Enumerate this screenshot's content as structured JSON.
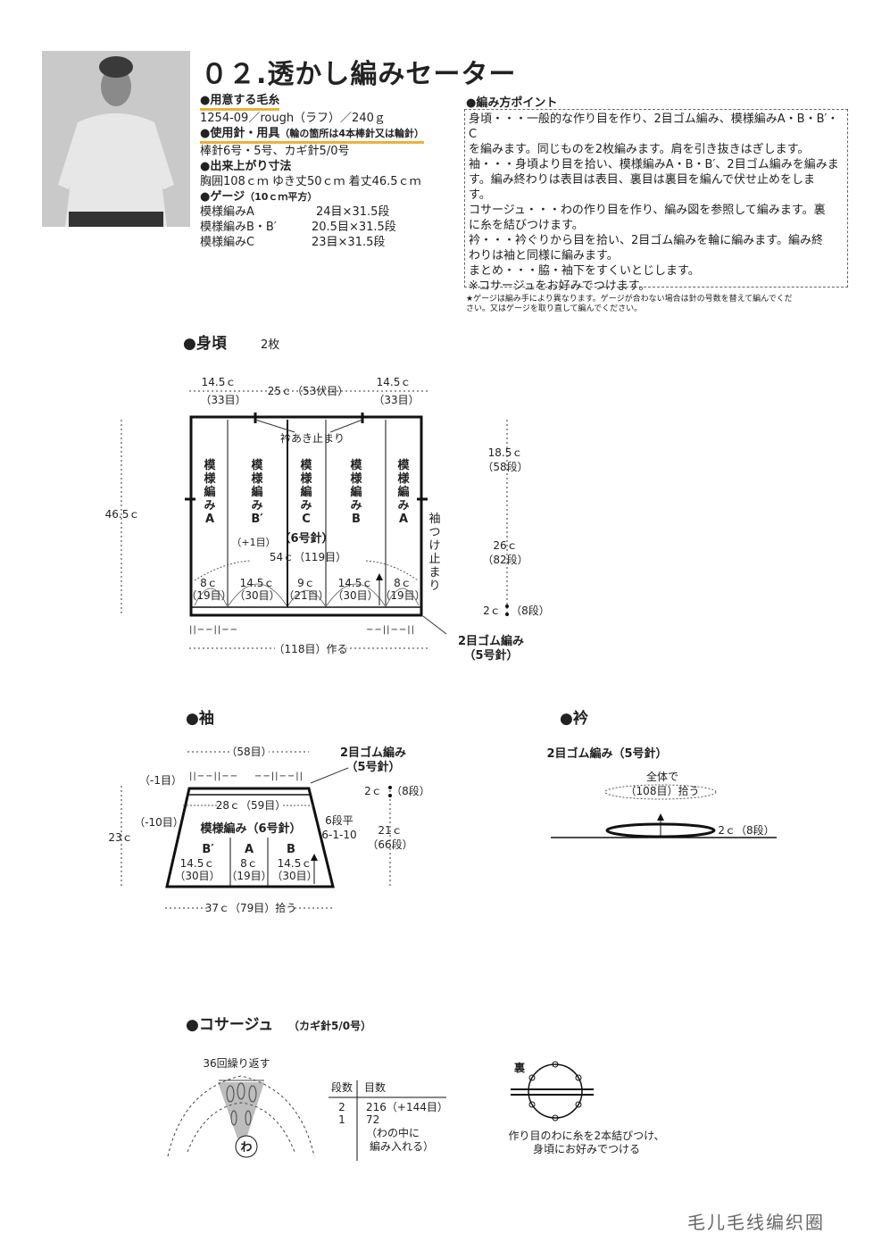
{
  "title": "０２.透かし編みセーター",
  "materials": {
    "yarn_heading": "●用意する毛糸",
    "yarn": "1254-09／rough（ラフ）／240ｇ",
    "needle_heading": "●使用針・用具",
    "needle_note": "（輪の箇所は4本棒針又は輪針）",
    "needles": "棒針6号・5号、カギ針5/0号",
    "size_heading": "●出来上がり寸法",
    "size": "胸囲108ｃｍ ゆき丈50ｃｍ 着丈46.5ｃｍ",
    "gauge_heading": "●ゲージ",
    "gauge_note": "（10ｃｍ平方）",
    "gauge": [
      {
        "name": "模様編みA",
        "value": "24目×31.5段"
      },
      {
        "name": "模様編みB・B′",
        "value": "20.5目×31.5段"
      },
      {
        "name": "模様編みC",
        "value": "23目×31.5段"
      }
    ]
  },
  "points": {
    "heading": "●編み方ポイント",
    "lines": [
      "身頃・・・一般的な作り目を作り、2目ゴム編み、模様編みA・B・B′・C",
      "を編みます。同じものを2枚編みます。肩を引き抜きはぎします。",
      "袖・・・身頃より目を拾い、模様編みA・B・B′、2目ゴム編みを編みま",
      "す。編み終わりは表目は表目、裏目は裏目を編んで伏せ止めをしま",
      "す。",
      "コサージュ・・・わの作り目を作り、編み図を参照して編みます。裏",
      "に糸を結びつけます。",
      "衿・・・衿ぐりから目を拾い、2目ゴム編みを輪に編みます。編み終",
      "わりは袖と同様に編みます。",
      "まとめ・・・脇・袖下をすくいとじします。",
      "※コサージュをお好みでつけます。"
    ],
    "note1": "★ゲージは編み手により異なります。ゲージが合わない場合は針の号数を替えて編んでくだ",
    "note2": "さい。又はゲージを取り直して編んでください。"
  },
  "body": {
    "heading": "●身頃",
    "count": "2枚",
    "top_left": "14.5ｃ",
    "top_left_st": "（33目）",
    "top_mid": "25ｃ（53伏目）",
    "top_right": "14.5ｃ",
    "top_right_st": "（33目）",
    "neck": "衿あき止まり",
    "patterns": [
      "模様編みA",
      "模様編みB′",
      "模様編みC",
      "模様編みB",
      "模様編みA"
    ],
    "pattern_labels": [
      [
        "模",
        "様",
        "編",
        "み",
        "A"
      ],
      [
        "模",
        "様",
        "編",
        "み",
        "B′"
      ],
      [
        "模",
        "様",
        "編",
        "み",
        "C"
      ],
      [
        "模",
        "様",
        "編",
        "み",
        "B"
      ],
      [
        "模",
        "様",
        "編",
        "み",
        "A"
      ]
    ],
    "plus1": "（+1目）",
    "needle": "（6号針）",
    "width": "54ｃ（119目）",
    "cols": [
      {
        "cm": "8ｃ",
        "st": "（19目）"
      },
      {
        "cm": "14.5ｃ",
        "st": "（30目）"
      },
      {
        "cm": "9ｃ",
        "st": "（21目）"
      },
      {
        "cm": "14.5ｃ",
        "st": "（30目）"
      },
      {
        "cm": "8ｃ",
        "st": "（19目）"
      }
    ],
    "height": "46.5ｃ",
    "h1": "18.5ｃ",
    "h1_st": "（58段）",
    "h2": "26ｃ",
    "h2_st": "（82段）",
    "h3": "2ｃ",
    "h3_st": "（8段）",
    "sleeve_mark": [
      "袖",
      "つ",
      "け",
      "止",
      "ま",
      "り"
    ],
    "cast_on": "（118目）作る",
    "rib": "2目ゴム編み",
    "rib_needle": "（5号針）"
  },
  "sleeve": {
    "heading": "●袖",
    "top": "（58目）",
    "rib": "2目ゴム編み",
    "rib_needle": "（5号針）",
    "minus1": "（-1目）",
    "minus10": "（-10目）",
    "height": "23ｃ",
    "w28": "28ｃ（59目）",
    "pattern": "模様編み（6号針）",
    "cols": [
      {
        "name": "B′",
        "cm": "14.5ｃ",
        "st": "（30目）"
      },
      {
        "name": "A",
        "cm": "8ｃ",
        "st": "（19目）"
      },
      {
        "name": "B",
        "cm": "14.5ｃ",
        "st": "（30目）"
      }
    ],
    "dec1": "6段平",
    "dec2": "6-1-10",
    "r1": "2ｃ",
    "r1_st": "（8段）",
    "r2": "21ｃ",
    "r2_st": "（66段）",
    "bottom": "37ｃ（79目）拾う"
  },
  "collar": {
    "heading": "●衿",
    "rib": "2目ゴム編み（5号針）",
    "pick1": "全体で",
    "pick2": "（108目）拾う",
    "depth": "2ｃ（8段）"
  },
  "corsage": {
    "heading": "●コサージュ",
    "hook": "（カギ針5/0号）",
    "repeat": "36回繰り返す",
    "ring": "わ",
    "table_head": [
      "段数",
      "目数"
    ],
    "rows": [
      {
        "row": "2",
        "st": "216（+144目）"
      },
      {
        "row": "1",
        "st": "72"
      }
    ],
    "row1_note1": "（わの中に",
    "row1_note2": "編み入れる）",
    "back": "裏",
    "caption1": "作り目のわに糸を2本結びつけ、",
    "caption2": "身頃にお好みでつける"
  },
  "watermark": "毛儿毛线编织圈"
}
